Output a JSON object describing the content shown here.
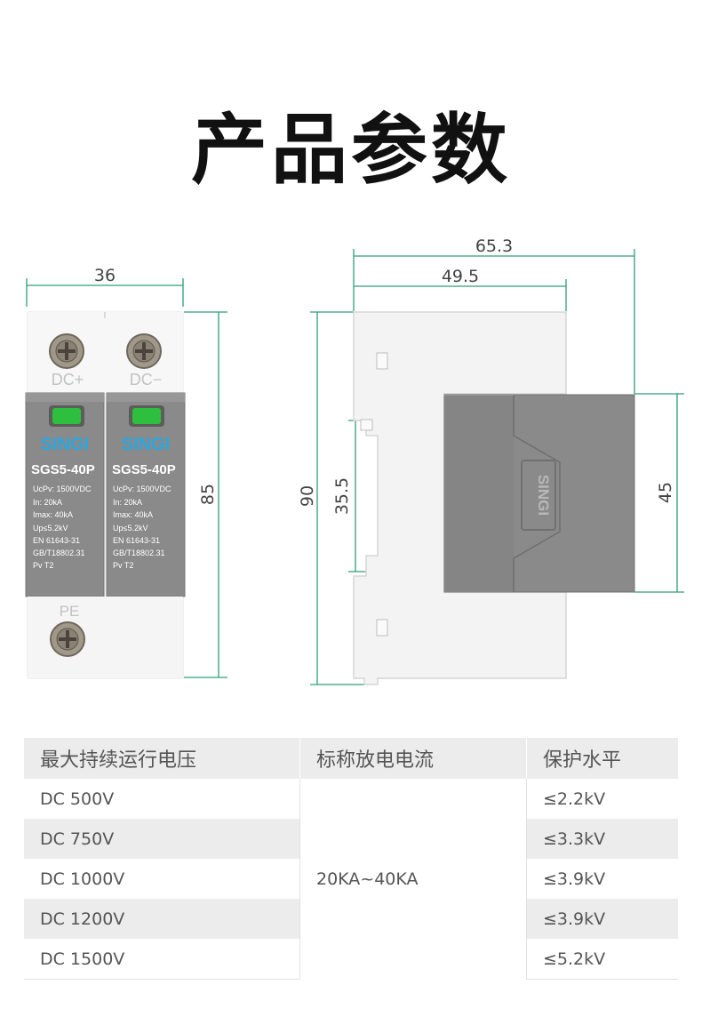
{
  "title": "产品参数",
  "dimensions": {
    "front_width": "36",
    "front_height": "85",
    "side_total_depth": "65.3",
    "side_body_depth": "49.5",
    "side_height": "90",
    "rail_width": "35.5",
    "cover_height": "45"
  },
  "device": {
    "terminal_top_left": "DC+",
    "terminal_top_right": "DC−",
    "terminal_bottom": "PE",
    "brand": "SINGI",
    "model": "SGS5-40P",
    "specs": [
      "UcPv:  1500VDC",
      "In:    20kA",
      "Imax: 40kA",
      "Up≤5.2kV",
      "EN 61643-31",
      "GB/T18802.31",
      "Pv T2"
    ]
  },
  "colors": {
    "dimension_line": "#2e9e7a",
    "module_gray": "#8a8a8a",
    "indicator_green": "#2fbf3f",
    "brand_blue": "#2aa6e0"
  },
  "table": {
    "headers": [
      "最大持续运行电压",
      "标称放电电流",
      "保护水平"
    ],
    "current": "20KA~40KA",
    "rows": [
      {
        "voltage": "DC 500V",
        "level": "≤2.2kV"
      },
      {
        "voltage": "DC 750V",
        "level": "≤3.3kV"
      },
      {
        "voltage": "DC 1000V",
        "level": "≤3.9kV"
      },
      {
        "voltage": "DC 1200V",
        "level": "≤3.9kV"
      },
      {
        "voltage": "DC 1500V",
        "level": "≤5.2kV"
      }
    ]
  }
}
